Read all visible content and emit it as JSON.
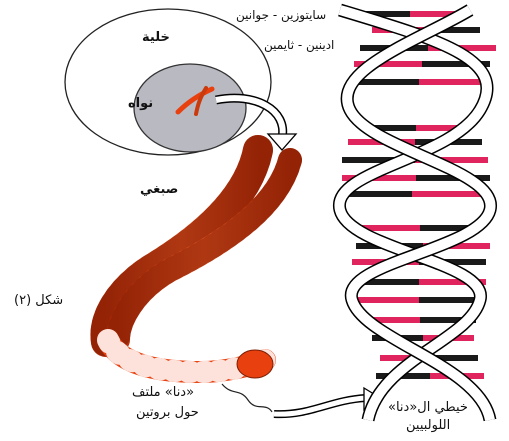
{
  "labels": {
    "cell": "خلية",
    "nucleus": "نواه",
    "chromosome": "صبغي",
    "figure": "شكل (٢)",
    "dna_coiled_line1": "«دنا» ملتف",
    "dna_coiled_line2": "حول بروتين",
    "strands_line1": "خيطي ال«دنا»",
    "strands_line2": "اللولبيين",
    "pair_ct": "سايتوزين - جوانين",
    "pair_at": "ادينين - ثايمين"
  },
  "colors": {
    "pair_ct": "#e0245e",
    "pair_at": "#1a1a1a",
    "chromosome": "#e8400f",
    "nucleus": "#b9b9c1"
  }
}
